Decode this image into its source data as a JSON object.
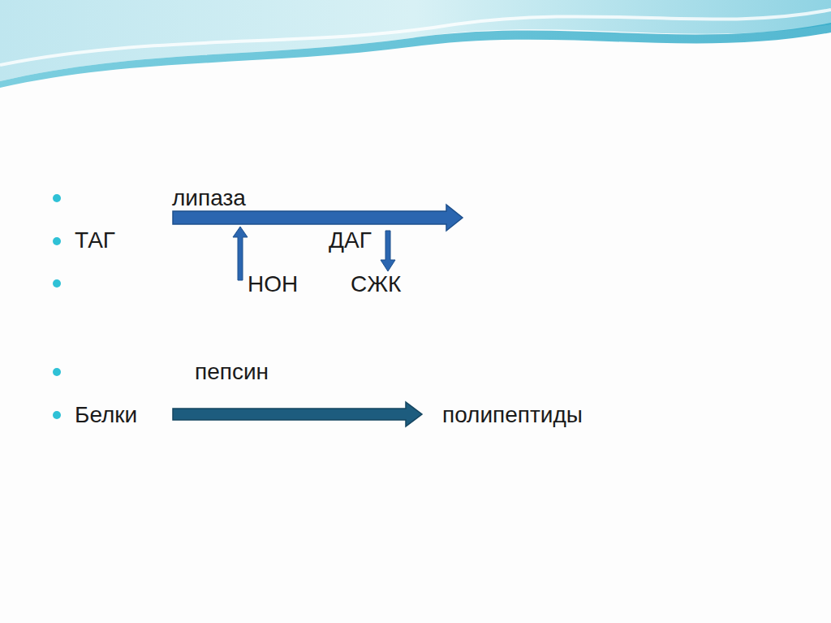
{
  "diagram": {
    "labels": [
      "липаза",
      "ТАГ",
      "ДАГ",
      "НОН",
      "СЖК",
      "пепсин",
      "Белки",
      "полипептиды"
    ]
  }
}
